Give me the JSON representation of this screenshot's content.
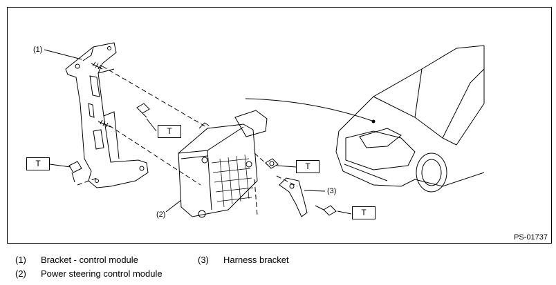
{
  "figure": {
    "id": "PS-01737",
    "callouts": [
      "(1)",
      "(2)",
      "(3)"
    ],
    "torque_marker": "T"
  },
  "legend": [
    {
      "num": "(1)",
      "text": "Bracket - control module"
    },
    {
      "num": "(2)",
      "text": "Power steering control module"
    },
    {
      "num": "(3)",
      "text": "Harness bracket"
    }
  ]
}
